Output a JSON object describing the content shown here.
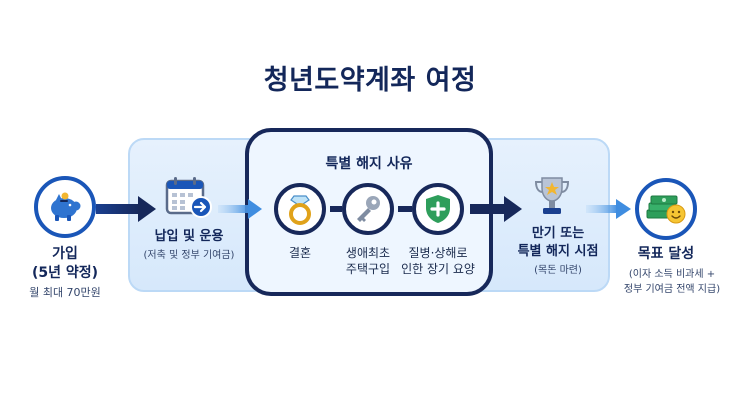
{
  "title": "청년도약계좌 여정",
  "stages": {
    "join": {
      "title_line1": "가입",
      "title_line2": "(5년 약정)",
      "detail": "월 최대 70만원",
      "icon": "piggy-bank-icon"
    },
    "pay": {
      "title": "납입 및 운용",
      "detail": "(저축 및 정부 기여금)",
      "icon": "calendar-arrow-icon"
    },
    "special": {
      "title": "특별 해지 사유",
      "items": [
        {
          "label_line1": "결혼",
          "label_line2": "",
          "icon": "ring-icon"
        },
        {
          "label_line1": "생애최초",
          "label_line2": "주택구입",
          "icon": "key-icon"
        },
        {
          "label_line1": "질병·상해로",
          "label_line2": "인한 장기 요양",
          "icon": "shield-plus-icon"
        }
      ]
    },
    "maturity": {
      "title_line1": "만기 또는",
      "title_line2": "특별 해지 시점",
      "detail": "(목돈 마련)",
      "icon": "trophy-icon"
    },
    "goal": {
      "title": "목표 달성",
      "detail_line1": "(이자 소득 비과세 +",
      "detail_line2": "정부 기여금 전액 지급)",
      "icon": "money-smile-icon"
    }
  },
  "colors": {
    "navy": "#17285a",
    "blue": "#1a56b8",
    "band": "#d6e8fb",
    "green": "#2e9e5b",
    "gold": "#e0a21a"
  }
}
